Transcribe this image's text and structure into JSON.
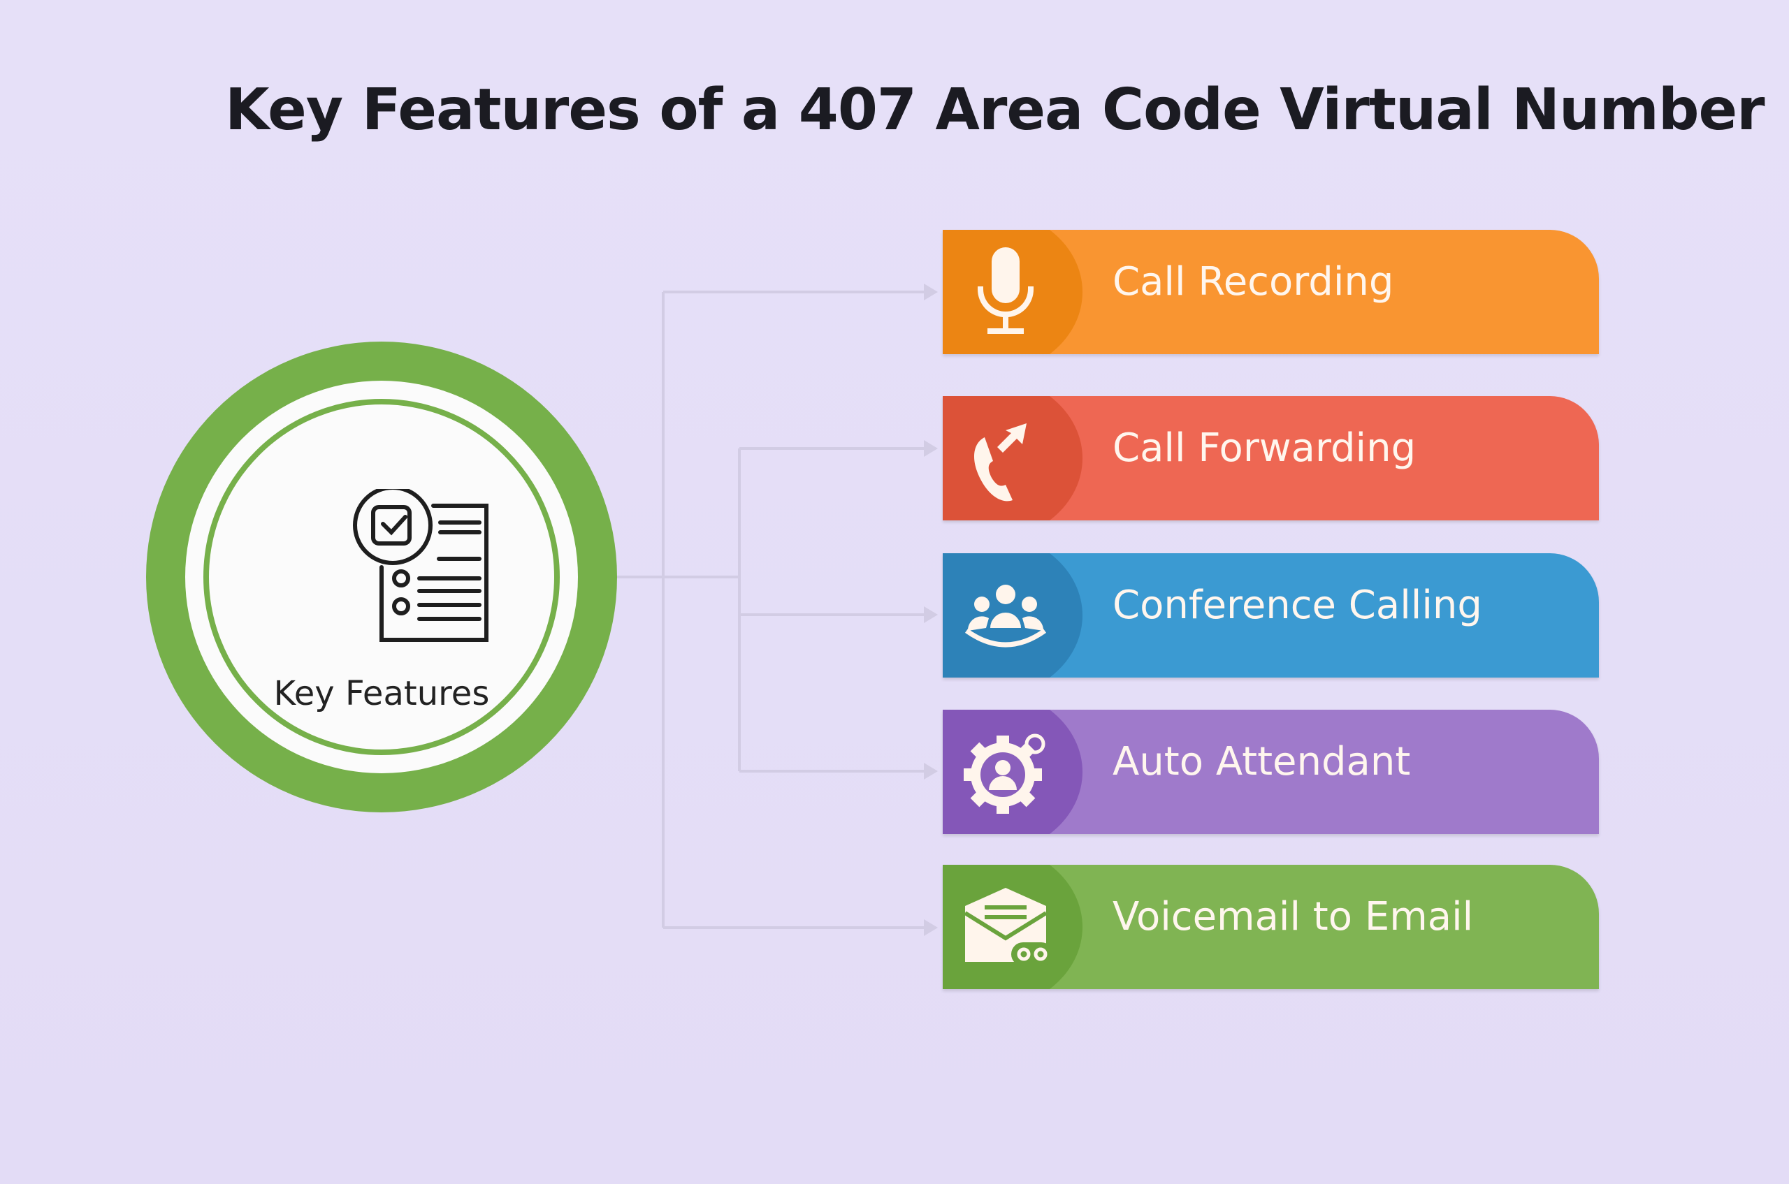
{
  "title": "Key Features of a 407 Area Code Virtual Number",
  "hub": {
    "label": "Key Features",
    "icon": "checklist-document-icon",
    "ring_color": "#76b04a"
  },
  "features": [
    {
      "label": "Call Recording",
      "icon": "microphone-icon",
      "color": "#f99531",
      "dark": "#ec8513"
    },
    {
      "label": "Call Forwarding",
      "icon": "phone-forward-icon",
      "color": "#ee6753",
      "dark": "#dc5238"
    },
    {
      "label": "Conference Calling",
      "icon": "group-icon",
      "color": "#3b9ad2",
      "dark": "#2d82b8"
    },
    {
      "label": "Auto Attendant",
      "icon": "gear-user-icon",
      "color": "#9f7acb",
      "dark": "#8457b8"
    },
    {
      "label": "Voicemail to Email",
      "icon": "voicemail-email-icon",
      "color": "#80b453",
      "dark": "#6aa33c"
    }
  ]
}
